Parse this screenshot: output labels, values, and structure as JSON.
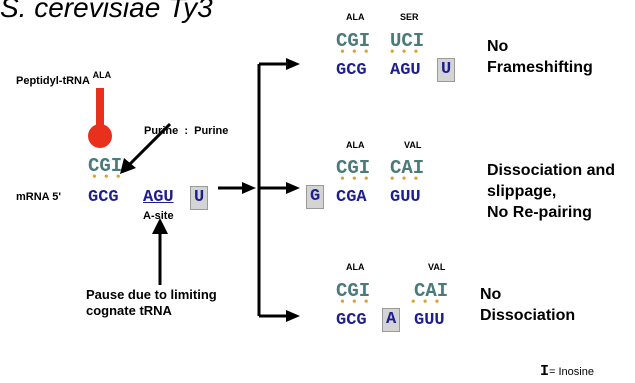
{
  "title": "S. cerevisiae Ty3",
  "left": {
    "peptidyl_trna": "Peptidyl-tRNA",
    "peptidyl_trna_sup": "ALA",
    "purine_label": "Purine  :  Purine",
    "trna_anticodon": "CGI",
    "mrna_label": "mRNA 5'",
    "codons": [
      "GCG",
      "AGU",
      "U"
    ],
    "asite": "A-site",
    "pause_note": [
      "Pause due to limiting",
      "cognate tRNA"
    ]
  },
  "scenarios": [
    {
      "amino": [
        "ALA",
        "SER"
      ],
      "trna": [
        "CGI",
        "UCI"
      ],
      "mrna": [
        "GCG",
        "AGU",
        "U"
      ],
      "outcome": [
        "No",
        "Frameshifting"
      ]
    },
    {
      "amino": [
        "ALA",
        "VAL"
      ],
      "trna": [
        "CGI",
        "CAI"
      ],
      "mrna": [
        "G",
        "CGA",
        "GUU"
      ],
      "outcome": [
        "Dissociation and",
        "slippage,",
        "No Re-pairing"
      ]
    },
    {
      "amino": [
        "ALA",
        "VAL"
      ],
      "trna": [
        "CGI",
        "CAI"
      ],
      "mrna": [
        "GCG",
        "A",
        "GUU"
      ],
      "outcome": [
        "No",
        "Dissociation"
      ]
    }
  ],
  "footnote": {
    "symbol": "I",
    "text": "= Inosine"
  },
  "colors": {
    "trna": "#4a7a7a",
    "mrna": "#1e1e8c",
    "pairing_dots": "#e0a030",
    "trna_stick": "#e8301c",
    "box": "#d4d4d4"
  }
}
